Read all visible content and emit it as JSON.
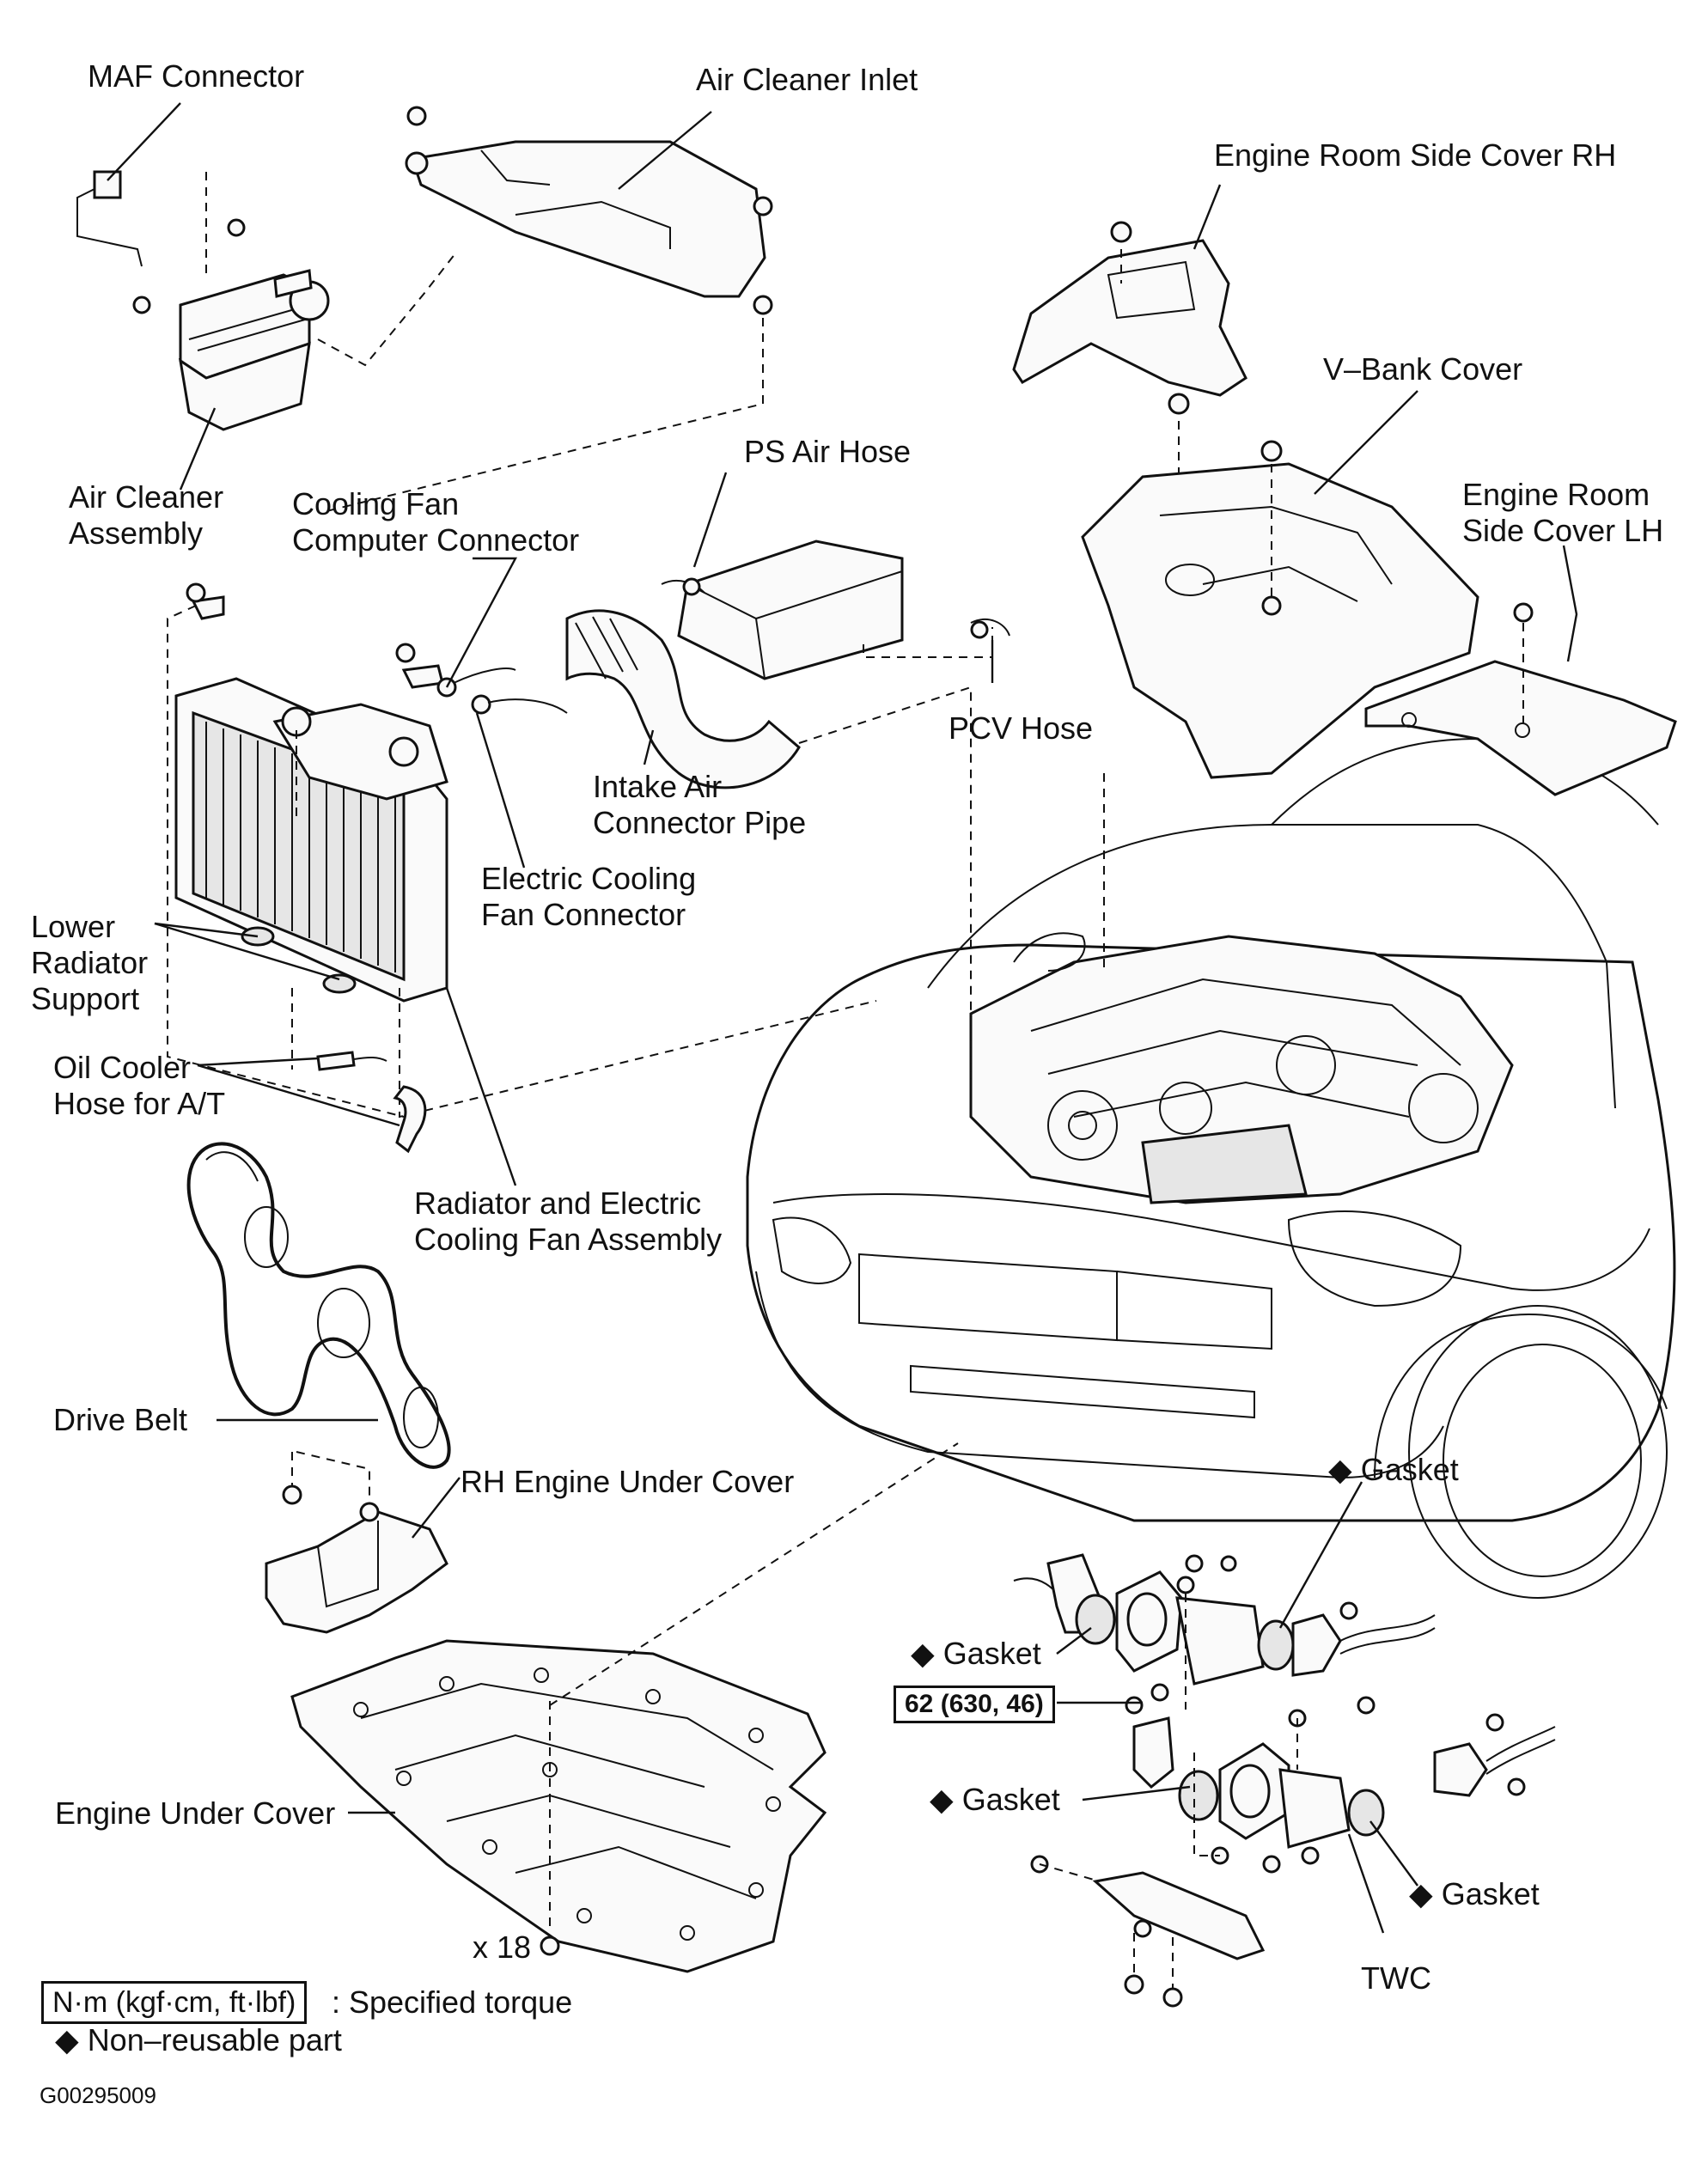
{
  "labels": {
    "maf_connector": "MAF Connector",
    "air_cleaner_inlet": "Air Cleaner Inlet",
    "engine_room_side_cover_rh": "Engine Room Side Cover RH",
    "v_bank_cover": "V–Bank Cover",
    "engine_room_side_cover_lh_1": "Engine Room",
    "engine_room_side_cover_lh_2": "Side Cover LH",
    "ps_air_hose": "PS Air Hose",
    "air_cleaner_assembly_1": "Air Cleaner",
    "air_cleaner_assembly_2": "Assembly",
    "cooling_fan_computer_connector_1": "Cooling Fan",
    "cooling_fan_computer_connector_2": "Computer Connector",
    "pcv_hose": "PCV Hose",
    "intake_air_connector_pipe_1": "Intake Air",
    "intake_air_connector_pipe_2": "Connector Pipe",
    "electric_cooling_fan_connector_1": "Electric Cooling",
    "electric_cooling_fan_connector_2": "Fan Connector",
    "lower_radiator_support_1": "Lower",
    "lower_radiator_support_2": "Radiator",
    "lower_radiator_support_3": "Support",
    "oil_cooler_hose_1": "Oil Cooler",
    "oil_cooler_hose_2": "Hose for A/T",
    "radiator_fan_assembly_1": "Radiator and Electric",
    "radiator_fan_assembly_2": "Cooling Fan Assembly",
    "drive_belt": "Drive Belt",
    "rh_engine_under_cover": "RH Engine Under Cover",
    "gasket_upper_right": "◆ Gasket",
    "gasket_left_upper": "◆ Gasket",
    "gasket_left_lower": "◆ Gasket",
    "gasket_right_lower": "◆ Gasket",
    "engine_under_cover": "Engine Under Cover",
    "twc": "TWC",
    "bolt_count": "x 18"
  },
  "torque_spec": "62 (630, 46)",
  "legend": {
    "torque_unit": "N·m (kgf·cm, ft·lbf)",
    "torque_text": ": Specified torque",
    "non_reusable": "◆ Non–reusable part"
  },
  "figure_id": "G00295009"
}
